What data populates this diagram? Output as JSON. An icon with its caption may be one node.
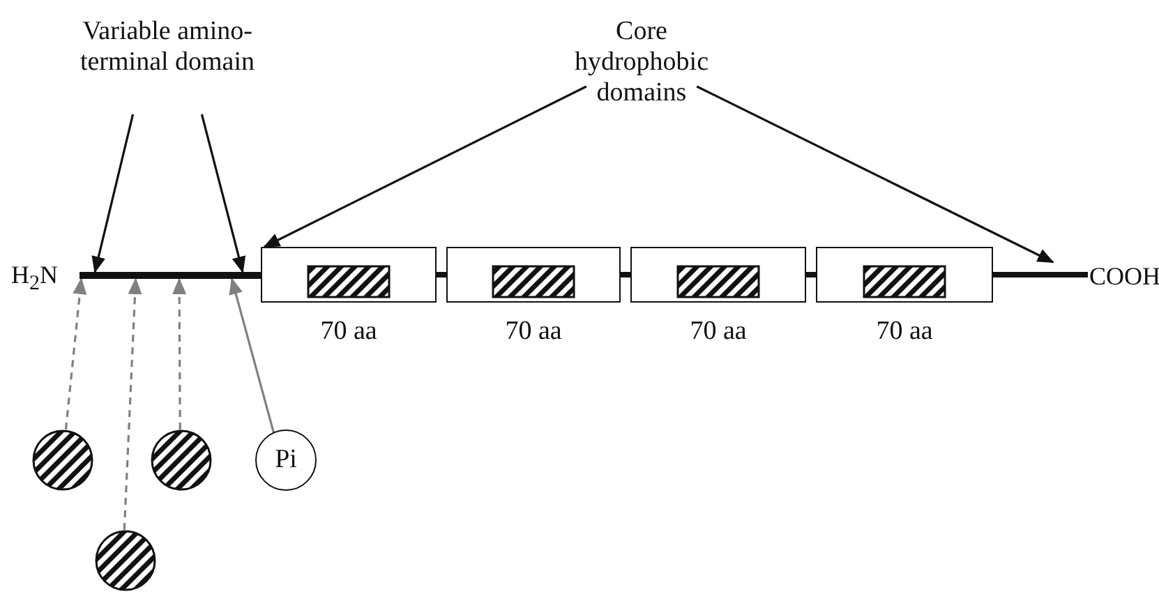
{
  "diagram": {
    "nodes": [
      {
        "text": [
          "Variable amino-terminal domain"
        ]
      },
      {
        "text": [
          "Core hydrophobic domains"
        ]
      },
      {
        "text": [],
        "shape": "bar"
      },
      {
        "text": [],
        "shape": "box",
        "beside": [
          "70 aa"
        ]
      },
      {
        "text": [],
        "shape": "box",
        "beside": [
          "70 aa"
        ]
      },
      {
        "text": [],
        "shape": "box",
        "beside": [
          "70 aa"
        ]
      },
      {
        "text": [],
        "shape": "box",
        "beside": [
          "70 aa"
        ]
      },
      {
        "text": [],
        "shape": "circle"
      },
      {
        "text": [],
        "shape": "circle"
      },
      {
        "text": [],
        "shape": "circle"
      },
      {
        "text": [
          "Pi"
        ]
      }
    ],
    "edges": [
      {
        "from": 0,
        "to": 2,
        "arrow": "to"
      },
      {
        "from": 0,
        "to": 2,
        "arrow": "to"
      },
      {
        "from": 1,
        "to": 3,
        "arrow": "to"
      },
      {
        "from": 1,
        "to": null,
        "arrow": "to"
      },
      {
        "from": 7,
        "to": 2,
        "arrow": "to",
        "style": "dashed",
        "color": "#808080"
      },
      {
        "from": 8,
        "to": 2,
        "arrow": "to",
        "style": "dashed",
        "color": "#808080"
      },
      {
        "from": 9,
        "to": 2,
        "arrow": "to",
        "style": "dashed",
        "color": "#808080"
      },
      {
        "from": 10,
        "to": 2,
        "arrow": "to",
        "color": "#808080"
      }
    ],
    "labels": [
      "H$_{2}$N",
      "COOH"
    ]
  }
}
